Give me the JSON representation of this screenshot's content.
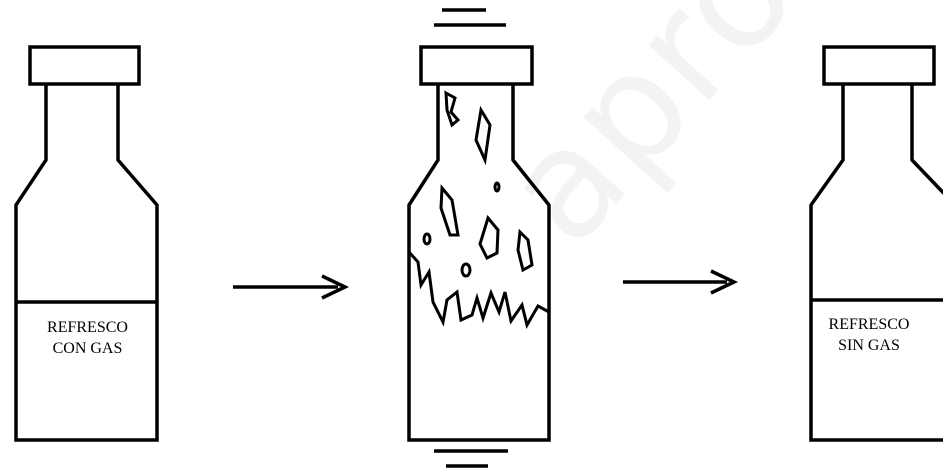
{
  "diagram": {
    "bottle_left": {
      "label_line1": "REFRESCO",
      "label_line2": "CON GAS"
    },
    "bottle_middle": {
      "state": "shaking-with-bubbles"
    },
    "bottle_right": {
      "label_line1": "REFRESCO",
      "label_line2": "SIN GAS"
    },
    "arrows": [
      "arrow-right-icon",
      "arrow-right-icon"
    ],
    "colors": {
      "ink": "#000000",
      "background": "#ffffff"
    }
  }
}
